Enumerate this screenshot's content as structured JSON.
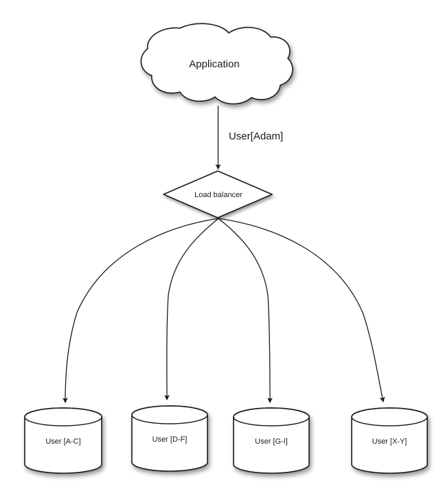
{
  "diagram": {
    "title_node": "Application",
    "background_color": "#ffffff",
    "stroke_color": "#1a1a1a",
    "fill_color": "#ffffff",
    "nodes": {
      "cloud": {
        "label": "Application",
        "shape": "cloud"
      },
      "balancer": {
        "label": "Load balancer",
        "shape": "diamond"
      },
      "databases": [
        {
          "label": "User [A-C]",
          "shape": "cylinder"
        },
        {
          "label": "User [D-F]",
          "shape": "cylinder"
        },
        {
          "label": "User [G-I]",
          "shape": "cylinder"
        },
        {
          "label": "User [X-Y]",
          "shape": "cylinder"
        }
      ]
    },
    "edges": {
      "cloud_to_balancer_label": "User[Adam]"
    }
  }
}
